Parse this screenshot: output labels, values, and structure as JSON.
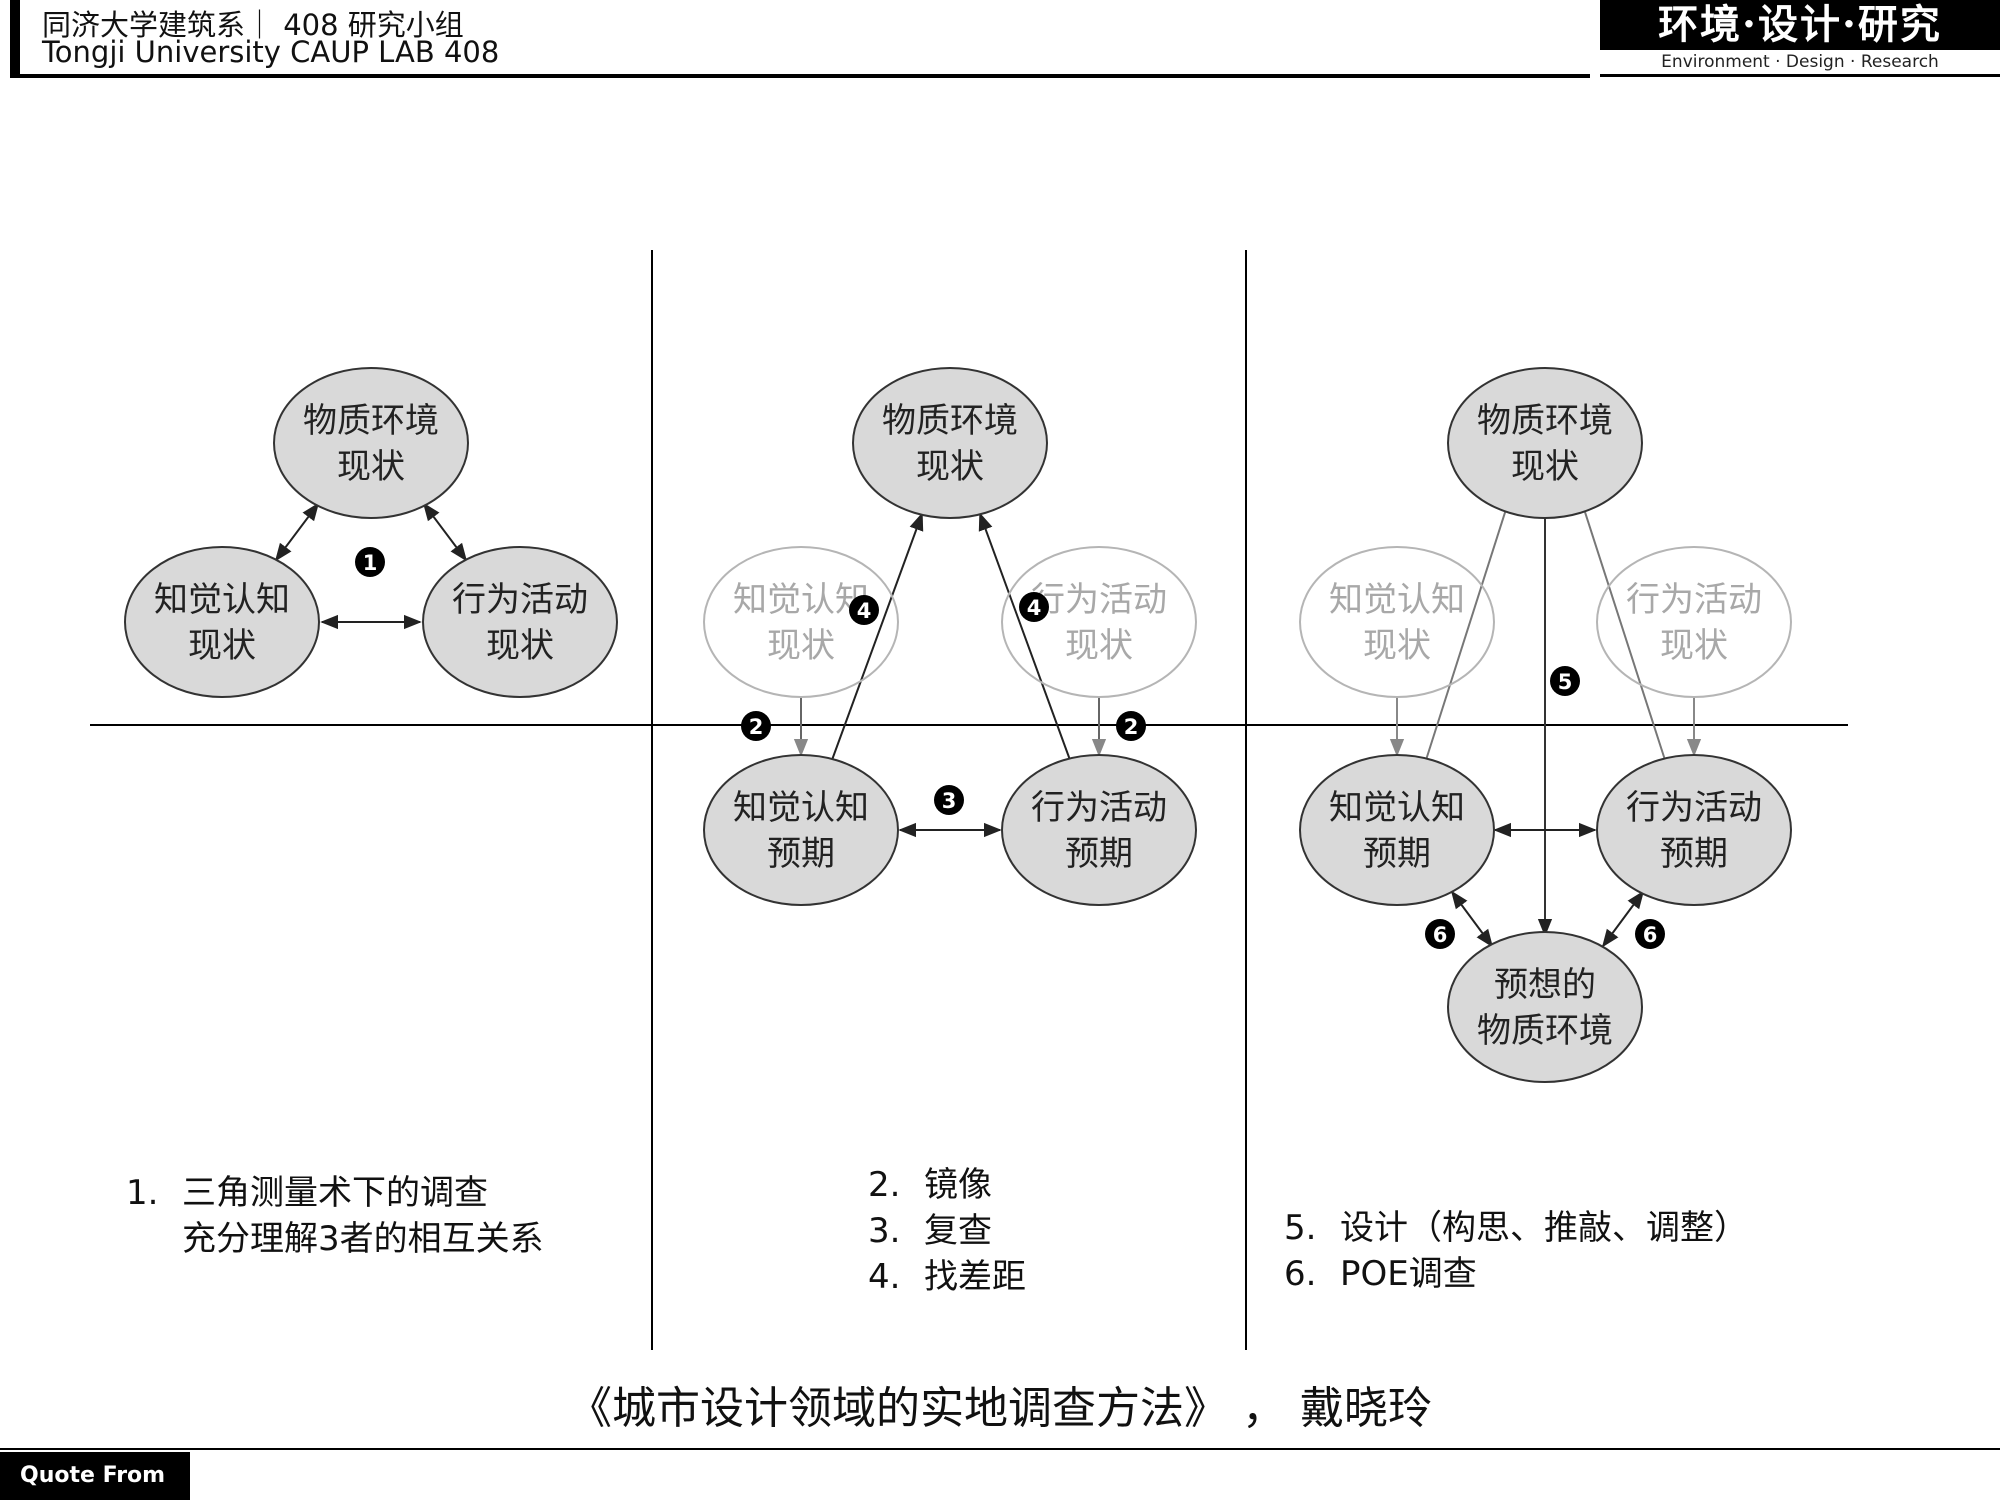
{
  "header": {
    "line1": "同济大学建筑系｜ 408 研究小组",
    "line2": "Tongji University CAUP  LAB 408",
    "logo_title": "环境·设计·研究",
    "logo_subtitle": "Environment · Design · Research"
  },
  "diagram": {
    "nodes": {
      "p1_physical": [
        "物质环境",
        "现状"
      ],
      "p1_perception": [
        "知觉认知",
        "现状"
      ],
      "p1_behavior": [
        "行为活动",
        "现状"
      ],
      "p2_physical": [
        "物质环境",
        "现状"
      ],
      "p2_perception_faded": [
        "知觉认知",
        "现状"
      ],
      "p2_behavior_faded": [
        "行为活动",
        "现状"
      ],
      "p2_perception_expect": [
        "知觉认知",
        "预期"
      ],
      "p2_behavior_expect": [
        "行为活动",
        "预期"
      ],
      "p3_physical": [
        "物质环境",
        "现状"
      ],
      "p3_perception_faded": [
        "知觉认知",
        "现状"
      ],
      "p3_behavior_faded": [
        "行为活动",
        "现状"
      ],
      "p3_perception_expect": [
        "知觉认知",
        "预期"
      ],
      "p3_behavior_expect": [
        "行为活动",
        "预期"
      ],
      "p3_envisioned": [
        "预想的",
        "物质环境"
      ]
    },
    "markers": {
      "m1": "1",
      "m2a": "2",
      "m2b": "2",
      "m3": "3",
      "m4a": "4",
      "m4b": "4",
      "m5": "5",
      "m6a": "6",
      "m6b": "6"
    }
  },
  "captions": {
    "panel1": [
      {
        "num": "1.",
        "text": "三角测量术下的调查"
      },
      {
        "num": "",
        "text": "充分理解3者的相互关系"
      }
    ],
    "panel2": [
      {
        "num": "2.",
        "text": "镜像"
      },
      {
        "num": "3.",
        "text": "复查"
      },
      {
        "num": "4.",
        "text": "找差距"
      }
    ],
    "panel3": [
      {
        "num": "5.",
        "text": "设计（构思、推敲、调整）"
      },
      {
        "num": "6.",
        "text": "POE调查"
      }
    ]
  },
  "source": "《城市设计领域的实地调查方法》 ， 戴晓玲",
  "footer": {
    "quote_label": "Quote From"
  },
  "colors": {
    "node_fill": "#d9d9d9",
    "node_stroke": "#333333",
    "faded_stroke": "#b5b5b5",
    "faded_text": "#a8a8a8"
  }
}
